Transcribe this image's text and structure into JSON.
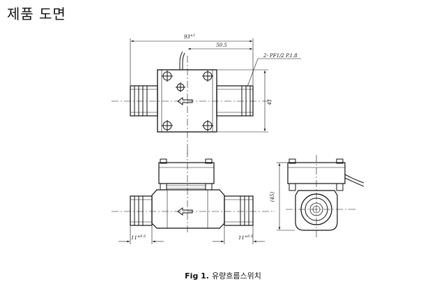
{
  "page_title": "제품 도면",
  "dimensions": {
    "overall_width": "93",
    "overall_width_tol": "±1",
    "center_offset": "50.5",
    "thread_note": "2- PF1/2 P.1.8",
    "height": "41",
    "side_height": "(45)",
    "left_thread_len": "11",
    "left_thread_tol": "±0.5",
    "right_thread_len": "11",
    "right_thread_tol": "±0.5"
  },
  "caption": {
    "label": "Fig 1.",
    "text": "유량흐름스위치"
  }
}
